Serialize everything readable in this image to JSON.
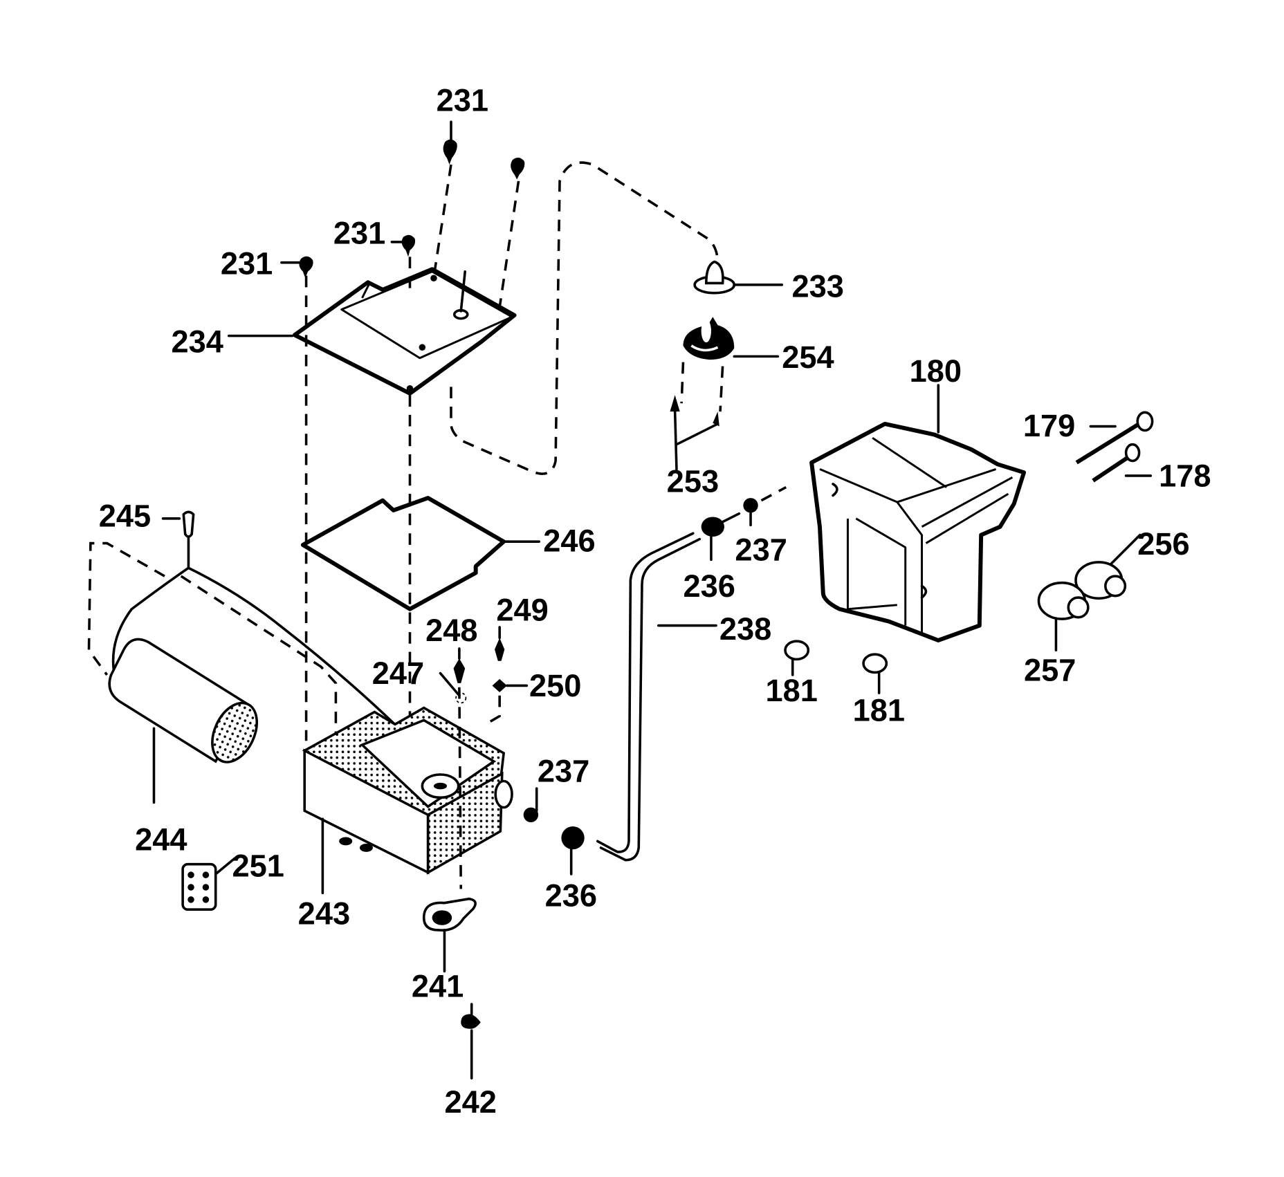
{
  "diagram": {
    "title": "Exploded parts diagram",
    "background_color": "#ffffff",
    "ink_color": "#000000",
    "callouts": [
      {
        "id": "c231a",
        "part": "231"
      },
      {
        "id": "c231b",
        "part": "231"
      },
      {
        "id": "c231c",
        "part": "231"
      },
      {
        "id": "c233",
        "part": "233"
      },
      {
        "id": "c234",
        "part": "234"
      },
      {
        "id": "c254",
        "part": "254"
      },
      {
        "id": "c253",
        "part": "253"
      },
      {
        "id": "c180",
        "part": "180"
      },
      {
        "id": "c179",
        "part": "179"
      },
      {
        "id": "c178",
        "part": "178"
      },
      {
        "id": "c245",
        "part": "245"
      },
      {
        "id": "c246",
        "part": "246"
      },
      {
        "id": "c237a",
        "part": "237"
      },
      {
        "id": "c236a",
        "part": "236"
      },
      {
        "id": "c256",
        "part": "256"
      },
      {
        "id": "c249",
        "part": "249"
      },
      {
        "id": "c248",
        "part": "248"
      },
      {
        "id": "c238",
        "part": "238"
      },
      {
        "id": "c247",
        "part": "247"
      },
      {
        "id": "c250",
        "part": "250"
      },
      {
        "id": "c257",
        "part": "257"
      },
      {
        "id": "c181a",
        "part": "181"
      },
      {
        "id": "c181b",
        "part": "181"
      },
      {
        "id": "c237b",
        "part": "237"
      },
      {
        "id": "c244",
        "part": "244"
      },
      {
        "id": "c251",
        "part": "251"
      },
      {
        "id": "c236b",
        "part": "236"
      },
      {
        "id": "c243",
        "part": "243"
      },
      {
        "id": "c241",
        "part": "241"
      },
      {
        "id": "c242",
        "part": "242"
      }
    ]
  }
}
